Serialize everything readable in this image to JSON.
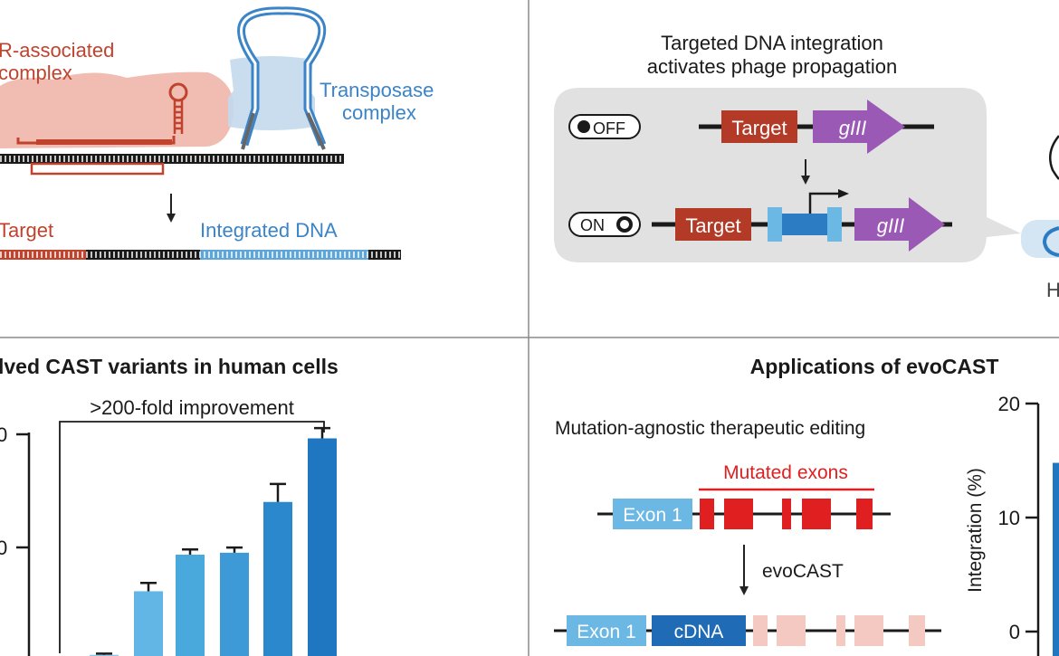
{
  "panel_a": {
    "label_crispr": "R-associated",
    "label_crispr2": "complex",
    "label_transposase": "Transposase",
    "label_transposase2": "complex",
    "label_target": "Target",
    "label_integrated": "Integrated DNA"
  },
  "panel_b": {
    "title_line1": "Targeted DNA integration",
    "title_line2": "activates phage propagation",
    "off_label": "OFF",
    "on_label": "ON",
    "target_label": "Target",
    "gene_label": "gIII",
    "partial_letter": "H"
  },
  "panel_c": {
    "title": "lved CAST variants in human cells",
    "bracket_label": ">200-fold improvement",
    "tick_top": "0",
    "tick_mid": "0"
  },
  "panel_d": {
    "title": "Applications of evoCAST",
    "subtitle": "Mutation-agnostic therapeutic editing",
    "mutated_label": "Mutated exons",
    "exon1_label": "Exon 1",
    "arrow_label": "evoCAST",
    "cdna_label": "cDNA"
  },
  "chart_data": [
    {
      "type": "bar",
      "title": "lved CAST variants in human cells",
      "annotations": [
        ">200-fold improvement"
      ],
      "series": [
        {
          "values": [
            0.2,
            0.6,
            10.5,
            16.2,
            16.5,
            24.4,
            34.3
          ],
          "errors": [
            0,
            0.2,
            1.3,
            0.8,
            0.8,
            2.8,
            1.6
          ]
        }
      ],
      "colors": [
        "#8ac8ea",
        "#8ac8ea",
        "#62b6e6",
        "#49a9dd",
        "#3d9ad6",
        "#2c88cc",
        "#1f77c2"
      ]
    },
    {
      "type": "bar",
      "ylabel": "Integration (%)",
      "yticks": [
        "0",
        "10",
        "20"
      ],
      "ylim": [
        0,
        20
      ],
      "series": [
        {
          "values": [
            14.8
          ]
        }
      ],
      "colors": [
        "#1f77c2"
      ]
    }
  ]
}
